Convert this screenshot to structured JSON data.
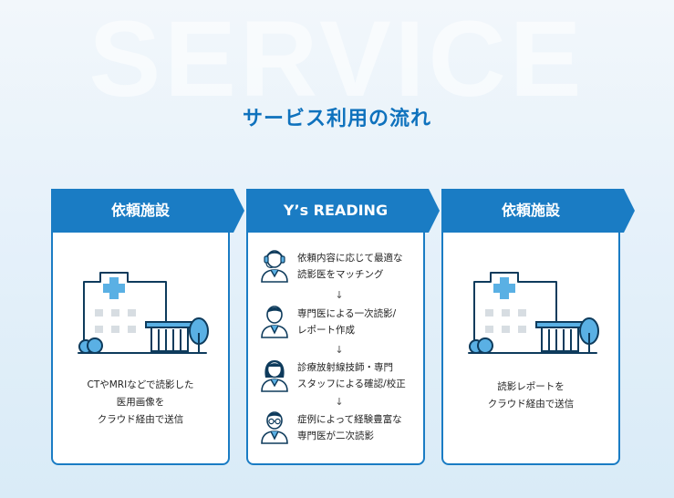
{
  "background_word": "SERVICE",
  "section_title": "サービス利用の流れ",
  "colors": {
    "primary": "#1a7cc4",
    "title": "#0f72bd",
    "icon_light": "#5ab0e4"
  },
  "cards": [
    {
      "title": "依頼施設",
      "icon": "hospital-building-icon",
      "caption": [
        "CTやMRIなどで読影した",
        "医用画像を",
        "クラウド経由で送信"
      ]
    },
    {
      "title": "Y’s READING",
      "steps": [
        {
          "icon": "operator-headset-icon",
          "lines": [
            "依頼内容に応じて最適な",
            "読影医をマッチング"
          ]
        },
        {
          "icon": "doctor-icon",
          "lines": [
            "専門医による一次読影/",
            "レポート作成"
          ]
        },
        {
          "icon": "technician-icon",
          "lines": [
            "診療放射線技師・専門",
            "スタッフによる確認/校正"
          ]
        },
        {
          "icon": "senior-doctor-icon",
          "lines": [
            "症例によって経験豊富な",
            "専門医が二次読影"
          ]
        }
      ],
      "arrow": "↓"
    },
    {
      "title": "依頼施設",
      "icon": "hospital-building-icon",
      "caption": [
        "読影レポートを",
        "クラウド経由で送信"
      ]
    }
  ]
}
